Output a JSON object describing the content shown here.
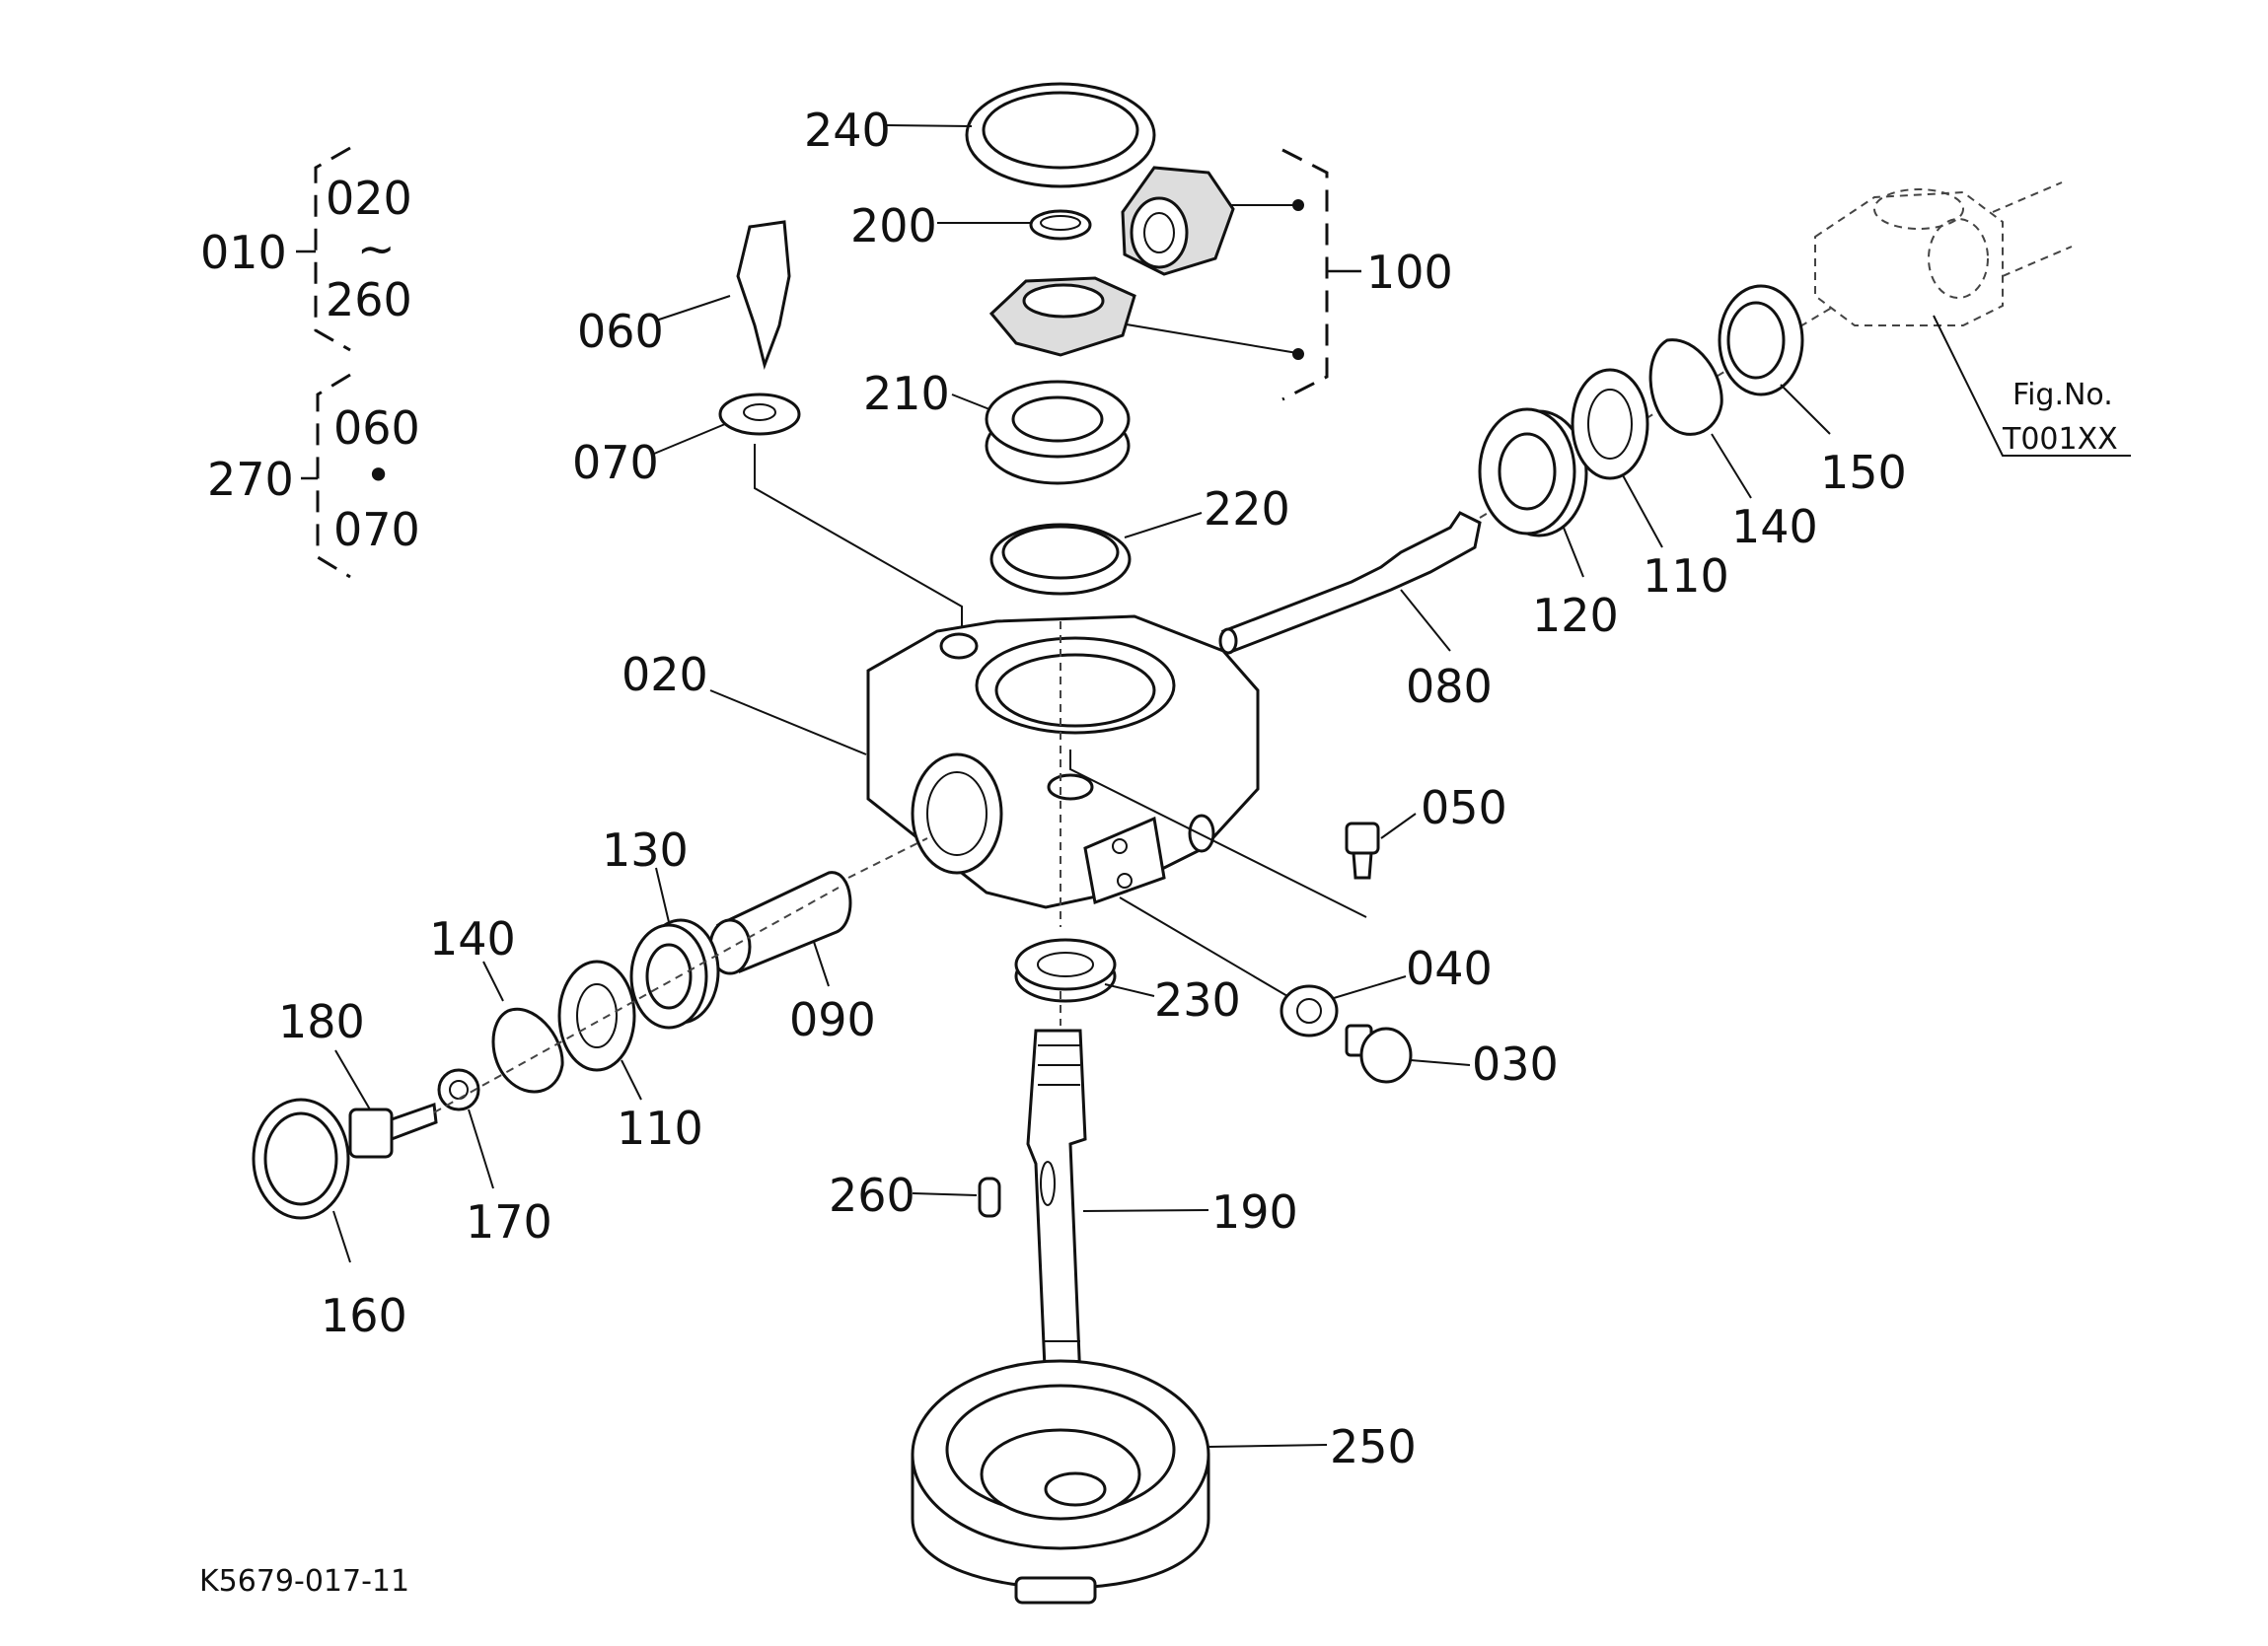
{
  "callouts": {
    "p240": "240",
    "p200": "200",
    "p210": "210",
    "p220": "220",
    "p100": "100",
    "p060": "060",
    "p070": "070",
    "p020": "020",
    "p080": "080",
    "p120": "120",
    "p110a": "110",
    "p140a": "140",
    "p150": "150",
    "p050": "050",
    "p040": "040",
    "p030": "030",
    "p230": "230",
    "p130": "130",
    "p090": "090",
    "p140b": "140",
    "p110b": "110",
    "p180": "180",
    "p170": "170",
    "p160": "160",
    "p260": "260",
    "p190": "190",
    "p250": "250"
  },
  "group_010": {
    "label": "010",
    "from": "020",
    "tilde": "~",
    "to": "260"
  },
  "group_270": {
    "label": "270",
    "first": "060",
    "dot": "•",
    "second": "070"
  },
  "fig_ref": {
    "line1": "Fig.No.",
    "line2": "T001XX"
  },
  "drawing_code": "K5679-017-11"
}
